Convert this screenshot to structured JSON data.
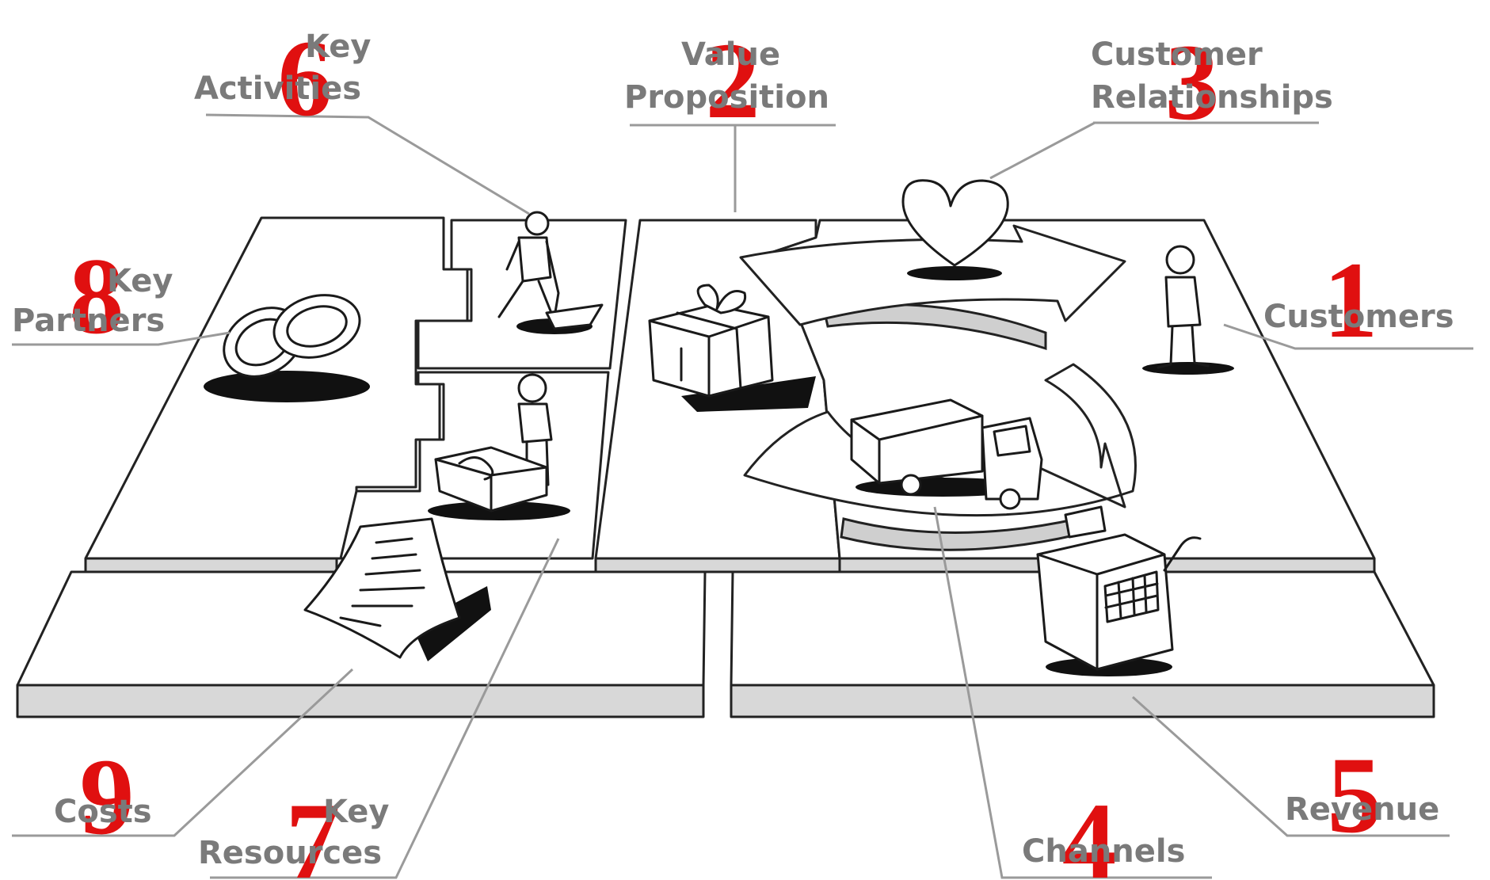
{
  "blocks": [
    {
      "id": "customers",
      "number": "1",
      "label_lines": [
        "Customers"
      ]
    },
    {
      "id": "value-proposition",
      "number": "2",
      "label_lines": [
        "Value",
        "Proposition"
      ]
    },
    {
      "id": "customer-relationships",
      "number": "3",
      "label_lines": [
        "Customer",
        "Relationships"
      ]
    },
    {
      "id": "channels",
      "number": "4",
      "label_lines": [
        "Channels"
      ]
    },
    {
      "id": "revenue",
      "number": "5",
      "label_lines": [
        "Revenue"
      ]
    },
    {
      "id": "key-activities",
      "number": "6",
      "label_lines": [
        "Key",
        "Activities"
      ]
    },
    {
      "id": "key-resources",
      "number": "7",
      "label_lines": [
        "Key",
        "Resources"
      ]
    },
    {
      "id": "key-partners",
      "number": "8",
      "label_lines": [
        "Key",
        "Partners"
      ]
    },
    {
      "id": "costs",
      "number": "9",
      "label_lines": [
        "Costs"
      ]
    }
  ],
  "colors": {
    "number": "#e01010",
    "label": "#7a7a7a",
    "line": "#9a9a9a"
  },
  "icons": [
    "wedding-rings-icon",
    "worker-digging-icon",
    "gift-box-icon",
    "heart-icon",
    "person-standing-icon",
    "truck-icon",
    "cash-register-icon",
    "worker-with-machine-icon",
    "document-icon"
  ]
}
